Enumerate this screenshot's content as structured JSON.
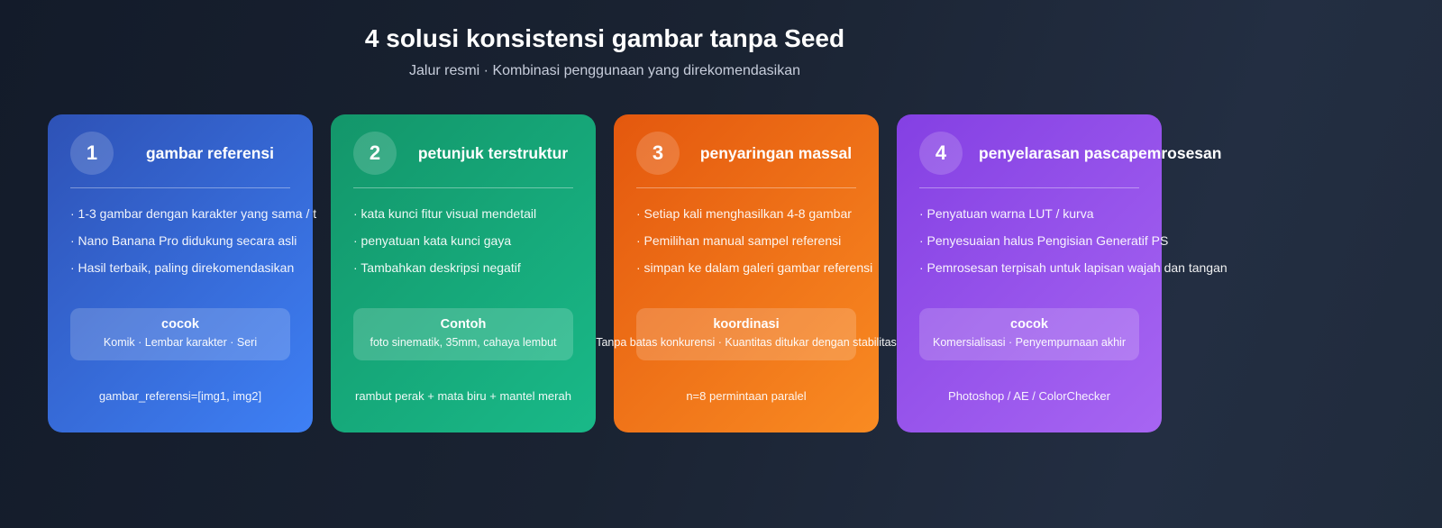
{
  "header": {
    "title": "4 solusi konsistensi gambar tanpa Seed",
    "subtitle": "Jalur resmi · Kombinasi penggunaan yang direkomendasikan"
  },
  "cards": [
    {
      "number": "1",
      "title": "gambar referensi",
      "bullets": [
        "· 1-3 gambar dengan karakter yang sama / t",
        "· Nano Banana Pro didukung secara asli",
        "· Hasil terbaik, paling direkomendasikan"
      ],
      "box": {
        "title": "cocok",
        "subtitle": "Komik · Lembar karakter · Seri"
      },
      "footer": "gambar_referensi=[img1, img2]",
      "colors": {
        "from": "#2e52b6",
        "to": "#3e80f5"
      }
    },
    {
      "number": "2",
      "title": "petunjuk terstruktur",
      "bullets": [
        "· kata kunci fitur visual mendetail",
        "· penyatuan kata kunci gaya",
        "· Tambahkan deskripsi negatif"
      ],
      "box": {
        "title": "Contoh",
        "subtitle": "foto sinematik, 35mm, cahaya lembut"
      },
      "footer": "rambut perak + mata biru + mantel merah",
      "colors": {
        "from": "#13966a",
        "to": "#19b988"
      }
    },
    {
      "number": "3",
      "title": "penyaringan massal",
      "bullets": [
        "· Setiap kali menghasilkan 4-8 gambar",
        "· Pemilihan manual sampel referensi",
        "· simpan ke dalam galeri gambar referensi"
      ],
      "box": {
        "title": "koordinasi",
        "subtitle": "Tanpa batas konkurensi · Kuantitas ditukar dengan stabilitas"
      },
      "footer": "n=8 permintaan paralel",
      "colors": {
        "from": "#e4580e",
        "to": "#f98b22"
      }
    },
    {
      "number": "4",
      "title": "penyelarasan pascapemrosesan",
      "bullets": [
        "· Penyatuan warna LUT / kurva",
        "· Penyesuaian halus Pengisian Generatif PS",
        "· Pemrosesan terpisah untuk lapisan wajah dan tangan"
      ],
      "box": {
        "title": "cocok",
        "subtitle": "Komersialisasi · Penyempurnaan akhir"
      },
      "footer": "Photoshop / AE / ColorChecker",
      "colors": {
        "from": "#8440e3",
        "to": "#a765f2"
      }
    }
  ]
}
